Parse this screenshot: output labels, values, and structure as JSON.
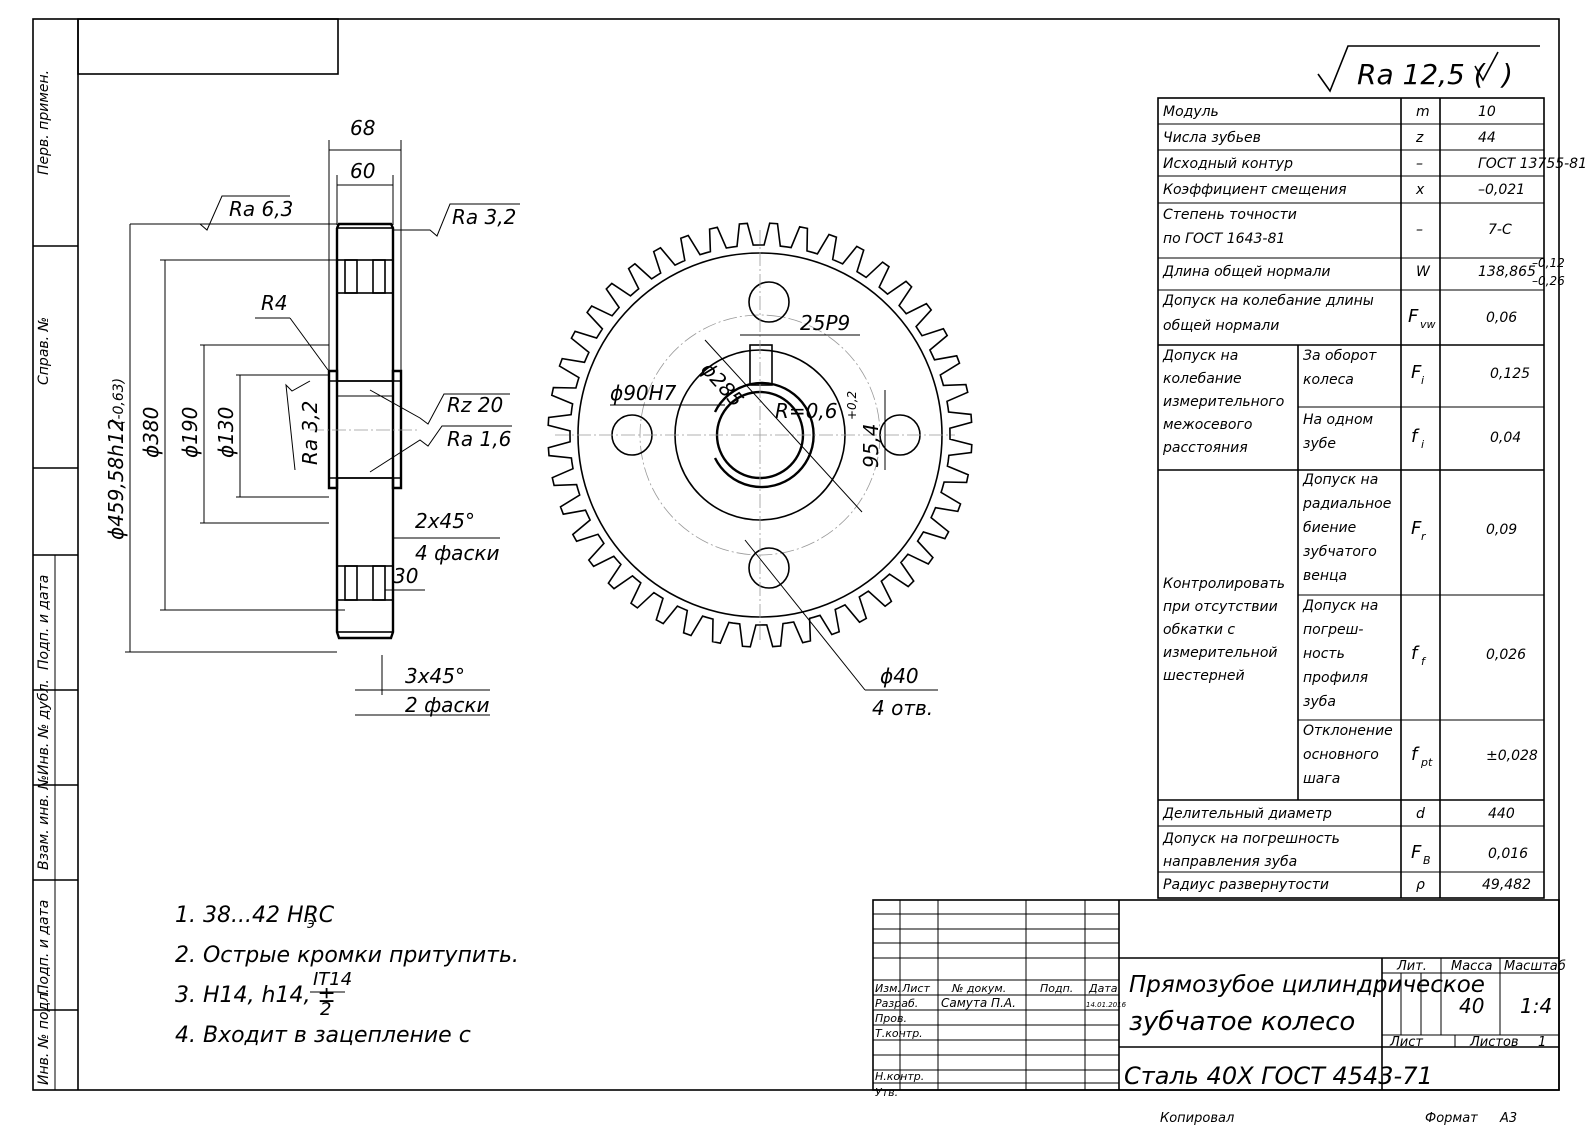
{
  "top_roughness": "Ra 12,5 (",
  "frame": {
    "side_labels": [
      "Перв. примен.",
      "Справ. №",
      "Подп. и дата",
      "Инв. № дубл.",
      "Взам. инв. №",
      "Подп. и дата",
      "Инв. № подл."
    ]
  },
  "section": {
    "dims": {
      "d68": "68",
      "d60": "60",
      "ra63": "Ra 6,3",
      "ra32_top": "Ra 3,2",
      "r4": "R4",
      "rz20": "Rz 20",
      "ra16": "Ra 1,6",
      "ra32_bore": "Ra 3,2",
      "phi_outer": "ϕ459,58h12",
      "phi_outer_tol": "(-0,63)",
      "phi380": "ϕ380",
      "phi190": "ϕ190",
      "phi130": "ϕ130",
      "chamfer1": "2x45°",
      "chamfer1_note": "4 фаски",
      "d30": "30",
      "chamfer2": "3x45°",
      "chamfer2_note": "2 фаски"
    }
  },
  "gear_view": {
    "teeth": 44,
    "dims": {
      "keyway": "25P9",
      "phi285": "ϕ285",
      "bore": "ϕ90H7",
      "r06": "R=0,6",
      "d954": "95,4",
      "d954_tol": "+0,2",
      "phi40": "ϕ40",
      "holes_note": "4 отв."
    }
  },
  "params_table": {
    "rows": [
      {
        "name": "Модуль",
        "sym": "m",
        "val": "10"
      },
      {
        "name": "Числа зубьев",
        "sym": "z",
        "val": "44"
      },
      {
        "name": "Исходный контур",
        "sym": "–",
        "val": "ГОСТ 13755-81"
      },
      {
        "name": "Коэффициент смещения",
        "sym": "x",
        "val": "–0,021"
      },
      {
        "name1": "Степень точности",
        "name2": "по ГОСТ 1643-81",
        "sym": "–",
        "val": "7-С"
      },
      {
        "name": "Длина общей нормали",
        "sym": "W",
        "val": "138,865",
        "tol_up": "–0,12",
        "tol_dn": "–0,26"
      },
      {
        "name1": "Допуск на колебание длины",
        "name2": "общей нормали",
        "sym": "F",
        "sub": "vw",
        "val": "0,06"
      }
    ],
    "group1": {
      "label": [
        "Допуск на",
        "колебание",
        "измерительного",
        "межосевого",
        "расстояния"
      ],
      "rows": [
        {
          "sub": [
            "За оборот",
            "колеса"
          ],
          "sym": "F",
          "symsub": "i",
          "val": "0,125"
        },
        {
          "sub": [
            "На одном",
            "зубе"
          ],
          "sym": "f",
          "symsub": "i",
          "val": "0,04"
        }
      ]
    },
    "group2": {
      "label": [
        "Контролировать",
        "при отсутствии",
        "обкатки с",
        "измерительной",
        "шестерней"
      ],
      "rows": [
        {
          "sub": [
            "Допуск на",
            "радиальное",
            "биение",
            "зубчатого",
            "венца"
          ],
          "sym": "F",
          "symsub": "r",
          "val": "0,09"
        },
        {
          "sub": [
            "Допуск на",
            "погреш-",
            "ность",
            "профиля",
            "зуба"
          ],
          "sym": "f",
          "symsub": "f",
          "val": "0,026"
        },
        {
          "sub": [
            "Отклонение",
            "основного",
            "шага"
          ],
          "sym": "f",
          "symsub": "pt",
          "val": "±0,028"
        }
      ]
    },
    "bottom_rows": [
      {
        "name": "Делительный диаметр",
        "sym": "d",
        "val": "440"
      },
      {
        "name1": "Допуск на погрешность",
        "name2": "направления зуба",
        "sym": "F",
        "sub": "B",
        "val": "0,016"
      },
      {
        "name": "Радиус развернутости",
        "sym": "ρ",
        "val": "49,482"
      }
    ]
  },
  "notes": [
    "1. 38...42 HRC",
    "2. Острые кромки притупить.",
    "3. H14, h14, ±",
    "4. Входит в зацепление с"
  ],
  "notes_extra": {
    "hrc_sub": "э",
    "it14": "IT14",
    "two": "2"
  },
  "title_block": {
    "col_heads": [
      "Изм.",
      "Лист",
      "№ докум.",
      "Подп.",
      "Дата"
    ],
    "roles": [
      "Разраб.",
      "Пров.",
      "Т.контр.",
      "Н.контр.",
      "Утв."
    ],
    "developer": "Самута П.А.",
    "date": "14.01.2016",
    "title_line1": "Прямозубое цилиндрическое",
    "title_line2": "зубчатое колесо",
    "material": "Сталь 40Х ГОСТ 4543-71",
    "lit_head": "Лит.",
    "mass_head": "Масса",
    "scale_head": "Масштаб",
    "mass": "40",
    "scale": "1:4",
    "sheet": "Лист",
    "sheets": "Листов",
    "sheets_val": "1",
    "copied": "Копировал",
    "format": "Формат",
    "format_val": "А3"
  }
}
